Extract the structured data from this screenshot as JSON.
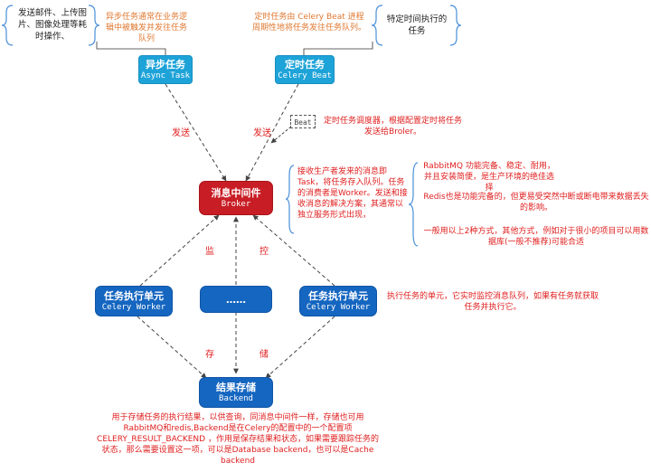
{
  "nodes": {
    "async_task": {
      "title": "异步任务",
      "subtitle": "Async Task"
    },
    "celery_beat": {
      "title": "定时任务",
      "subtitle": "Celery Beat"
    },
    "broker": {
      "title": "消息中间件",
      "subtitle": "Broker"
    },
    "worker_left": {
      "title": "任务执行单元",
      "subtitle": "Celery Worker"
    },
    "worker_mid": {
      "title": "……"
    },
    "worker_right": {
      "title": "任务执行单元",
      "subtitle": "Celery Worker"
    },
    "backend": {
      "title": "结果存储",
      "subtitle": "Backend"
    },
    "beat_small": "Beat"
  },
  "notes": {
    "top_left_brace": "发送邮件、上传图片、图像处理等耗时操作、",
    "async_desc": "异步任务通常在业务逻辑中被触发并发往任务队列",
    "beat_desc": "定时任务由 Celery Beat 进程周期性地将任务发往任务队列。",
    "top_right_brace": "特定时间执行的任务",
    "scheduler_desc": "定时任务调度器，根据配置定时将任务发送给Broler。",
    "broker_desc": "接收生产者发来的消息即Task，将任务存入队列。任务的消费者是Worker。发送和接收消息的解决方案，其通常以独立服务形式出现，",
    "rabbitmq": "RabbitMQ 功能完备、稳定、耐用，并且安装简便，是生产环境的绝佳选择",
    "redis": "Redis也是功能完备的，但更易受突然中断或断电带来数据丢失的影响。",
    "common_way": "一般用以上2种方式，其他方式，例如对于很小的项目可以用数据库(一般不推荐)可能合适",
    "worker_desc": "执行任务的单元，它实时监控消息队列，如果有任务就获取任务并执行它。",
    "backend_desc": "用于存储任务的执行结果，以供查询，同消息中间件一样，存储也可用RabbitMQ和redis,Backend是在Celery的配置中的一个配置项 CELERY_RESULT_BACKEND ，作用是保存结果和状态，如果需要跟踪任务的状态，那么需要设置这一项，可以是Database backend，也可以是Cache backend"
  },
  "labels": {
    "send_left": "发送",
    "send_right": "发送",
    "monitor_1": "监",
    "monitor_2": "控",
    "store_1": "存",
    "store_2": "储"
  },
  "colors": {
    "producer": "#1ea3d8",
    "worker": "#1566c0",
    "broker": "#c81d25",
    "annotation_red": "#e02020",
    "annotation_orange": "#e07830",
    "brace": "#4a90d9"
  }
}
